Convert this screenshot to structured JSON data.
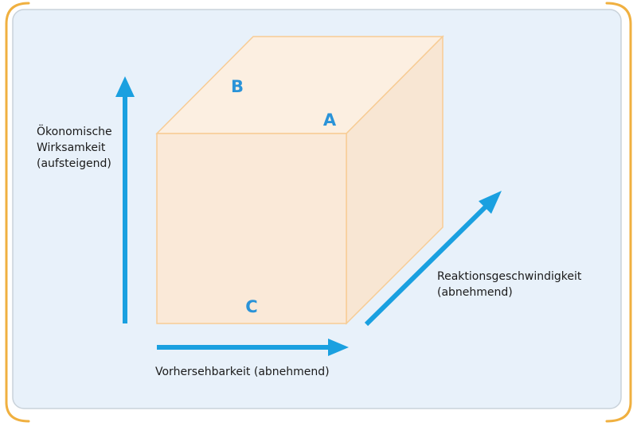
{
  "colors": {
    "panel_fill": "#e8f1fa",
    "panel_border": "#c9d2da",
    "bracket": "#f0b040",
    "cube_front": "#fae9d8",
    "cube_top": "#fcefe1",
    "cube_side": "#f8e6d3",
    "cube_edge": "#f7cc95",
    "arrow": "#1aa0e0",
    "letter": "#2a93d8",
    "text": "#1a1a1a"
  },
  "cube": {
    "label_a": "A",
    "label_b": "B",
    "label_c": "C"
  },
  "axes": {
    "vertical": {
      "line1": "Ökonomische",
      "line2": "Wirksamkeit",
      "line3": "(aufsteigend)"
    },
    "horizontal": {
      "label": "Vorhersehbarkeit (abnehmend)"
    },
    "diagonal": {
      "line1": "Reaktionsgeschwindigkeit",
      "line2": "(abnehmend)"
    }
  }
}
